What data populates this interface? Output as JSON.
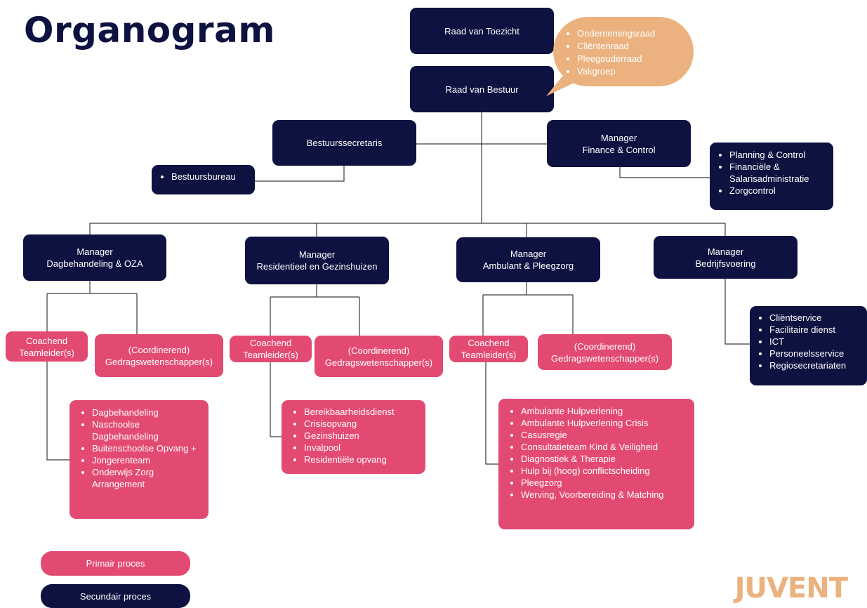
{
  "title": "Organogram",
  "colors": {
    "navy": "#0e1240",
    "pink": "#e34a72",
    "peach": "#ebb27f"
  },
  "top": {
    "raad_van_toezicht": "Raad van Toezicht",
    "raad_van_bestuur": "Raad van Bestuur",
    "advisory_items": [
      "Ondernemingsraad",
      "Cliëntenraad",
      "Pleegouderraad",
      "Vakgroep"
    ]
  },
  "staff": {
    "bestuurssecretaris": "Bestuurssecretaris",
    "bestuursbureau": [
      "Bestuursbureau"
    ],
    "finance_lines": [
      "Manager",
      "Finance & Control"
    ],
    "finance_items": [
      "Planning & Control",
      "Financiële & Salarisadministratie",
      "Zorgcontrol"
    ]
  },
  "managers": [
    {
      "lines": [
        "Manager",
        "Dagbehandeling & OZA"
      ]
    },
    {
      "lines": [
        "Manager",
        "Residentieel en Gezinshuizen"
      ]
    },
    {
      "lines": [
        "Manager",
        "Ambulant & Pleegzorg"
      ]
    },
    {
      "lines": [
        "Manager",
        "Bedrijfsvoering"
      ]
    }
  ],
  "teamleader_lines": [
    "Coachend",
    "Teamleider(s)"
  ],
  "scientist_lines": [
    "(Coordinerend)",
    "Gedragswetenschapper(s)"
  ],
  "units": {
    "dagbehandeling": [
      "Dagbehandeling",
      "Naschoolse Dagbehandeling",
      "Buitenschoolse Opvang +",
      "Jongerenteam",
      "Onderwijs Zorg Arrangement"
    ],
    "residentieel": [
      "Bereikbaarheidsdienst",
      "Crisisopvang",
      "Gezinshuizen",
      "Invalpool",
      "Residentiële opvang"
    ],
    "ambulant": [
      "Ambulante Hulpverlening",
      "Ambulante Hulpverlening Crisis",
      "Casusregie",
      "Consultatieteam Kind & Veiligheid",
      "Diagnostiek & Therapie",
      "Hulp bij (hoog) conflictscheiding",
      "Pleegzorg",
      "Werving, Voorbereiding & Matching"
    ],
    "bedrijfsvoering": [
      "Cliëntservice",
      "Facilitaire dienst",
      "ICT",
      "Personeelsservice",
      "Regiosecretariaten"
    ]
  },
  "legend": {
    "primary": "Primair proces",
    "secondary": "Secundair proces"
  },
  "logo": "JUVENT"
}
